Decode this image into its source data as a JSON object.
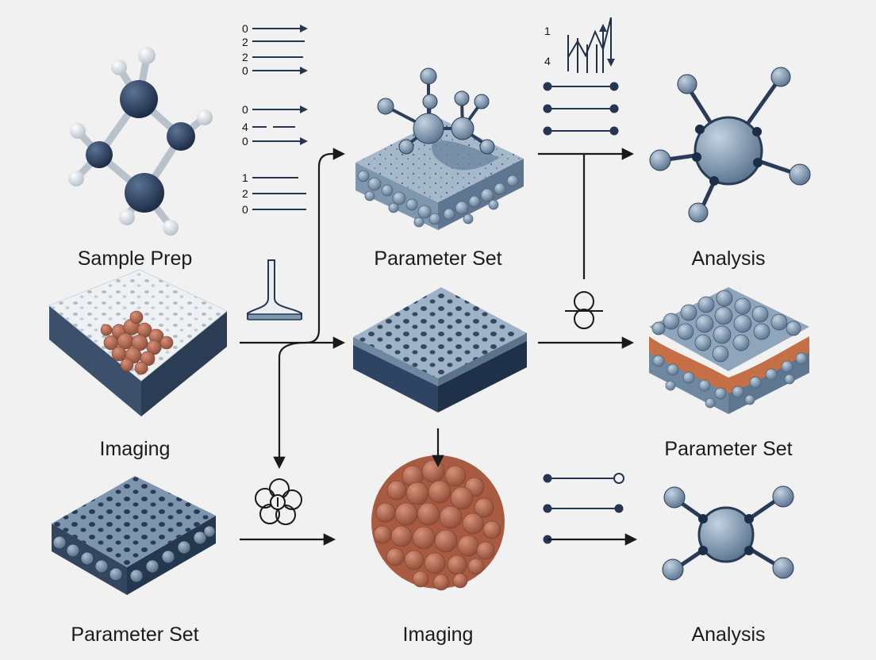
{
  "labels": {
    "r1c1": "Sample Prep",
    "r1c2": "Parameter Set",
    "r1c3": "Analysis",
    "r2c1": "Imaging",
    "r2c3": "Parameter Set",
    "r3c1": "Parameter Set",
    "r3c2": "Imaging",
    "r3c3": "Analysis"
  },
  "legend_groups": [
    [
      "0",
      "2",
      "2",
      "0"
    ],
    [
      "0",
      "4",
      "0"
    ],
    [
      "1",
      "2",
      "0"
    ]
  ],
  "chart_ticks": [
    "1",
    "4"
  ],
  "colors": {
    "navy": "#243652",
    "slate": "#7f97ad",
    "light_slate": "#a9bdcf",
    "copper": "#b5694f",
    "arrow": "#1a1a1a",
    "background": "#f1f1f2"
  }
}
